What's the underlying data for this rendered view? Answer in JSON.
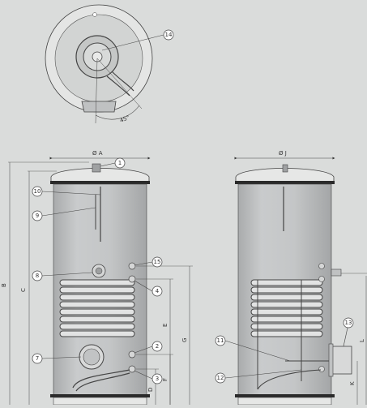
{
  "callouts": {
    "c1": "1",
    "c2": "2",
    "c3": "3",
    "c4": "4",
    "c7": "7",
    "c8": "8",
    "c9": "9",
    "c10": "10",
    "c11": "11",
    "c12": "12",
    "c13": "13",
    "c14": "14",
    "c15": "15"
  },
  "dimensions": {
    "diam_a": "Ø A",
    "diam_j": "Ø J",
    "b": "B",
    "c": "C",
    "d": "D",
    "e": "E",
    "f": "F",
    "g": "G",
    "k": "K",
    "l": "L",
    "angle": "45°"
  },
  "colors": {
    "background": "#dadcdb",
    "tank_body": "#bfc1c2",
    "tank_shade": "#a9abac",
    "lid": "#e6e7e6",
    "band": "#2a2a2a",
    "line": "#333333"
  }
}
